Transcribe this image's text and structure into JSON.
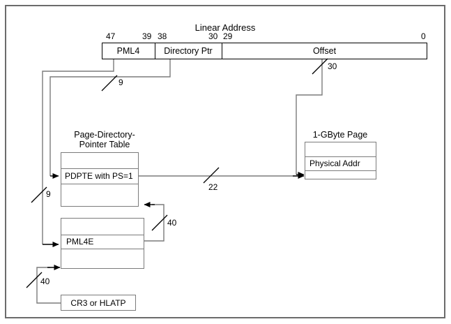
{
  "diagram": {
    "title": "Linear Address",
    "address_bar": {
      "bit_labels": [
        "47",
        "39",
        "38",
        "30",
        "29",
        "0"
      ],
      "fields": [
        {
          "label": "PML4"
        },
        {
          "label": "Directory Ptr"
        },
        {
          "label": "Offset"
        }
      ]
    },
    "tables": {
      "pdpt": {
        "caption_line1": "Page-Directory-",
        "caption_line2": "Pointer Table",
        "entry_label": "PDPTE with PS=1"
      },
      "pml4": {
        "entry_label": "PML4E"
      },
      "page": {
        "caption": "1-GByte Page",
        "entry_label": "Physical Addr"
      },
      "cr3": {
        "label": "CR3 or HLATP"
      }
    },
    "bit_widths": {
      "pml4_index": "9",
      "directory_ptr_index": "9",
      "offset_bits": "30",
      "pdpte_phys_bits": "22",
      "pml4e_phys_bits": "40",
      "cr3_phys_bits": "40"
    },
    "colors": {
      "frame": "#6b6b6b",
      "table_border": "#7b7b7b",
      "line": "#7b7b7b",
      "bar_border": "#000000",
      "text": "#000000",
      "background": "#ffffff"
    }
  }
}
